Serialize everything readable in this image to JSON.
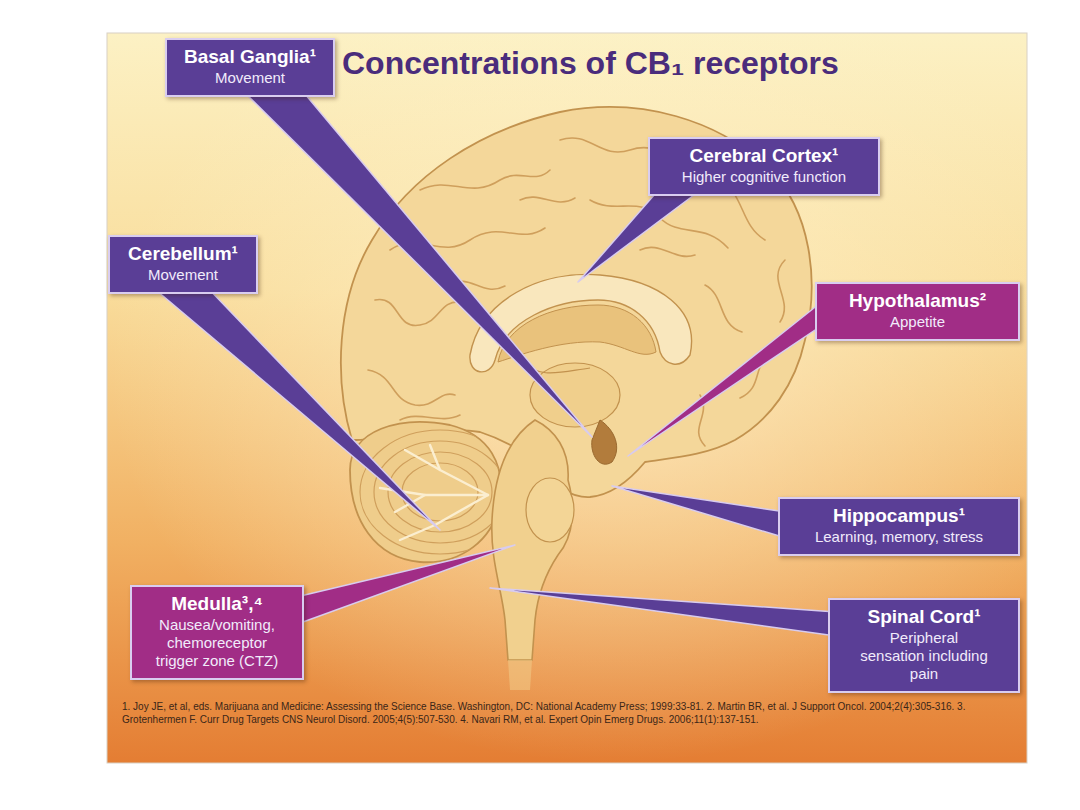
{
  "diagram": {
    "title": "Concentrations of CB₁ receptors",
    "nodes": [
      {
        "text": [
          "Basal Ganglia¹",
          "Movement"
        ]
      },
      {
        "text": [
          "Cerebral Cortex¹",
          "Higher cognitive function"
        ]
      },
      {
        "text": [
          "Cerebellum¹",
          "Movement"
        ]
      },
      {
        "text": [
          "Hypothalamus²",
          "Appetite"
        ]
      },
      {
        "text": [
          "Hippocampus¹",
          "Learning, memory, stress"
        ]
      },
      {
        "text": [
          "Medulla³,⁴",
          "Nausea/vomiting, chemoreceptor trigger zone (CTZ)"
        ]
      },
      {
        "text": [
          "Spinal Cord¹",
          "Peripheral sensation including pain"
        ]
      }
    ],
    "labels": [
      "1. Joy JE, et al, eds. Marijuana and Medicine: Assessing the Science Base. Washington, DC: National Academy Press; 1999:33-81. 2. Martin BR, et al. J Support Oncol. 2004;2(4):305-316. 3. Grotenhermen F. Curr Drug Targets CNS Neurol Disord. 2005;4(5):507-530. 4. Navari RM, et al. Expert Opin Emerg Drugs. 2006;11(1):137-151."
    ]
  }
}
